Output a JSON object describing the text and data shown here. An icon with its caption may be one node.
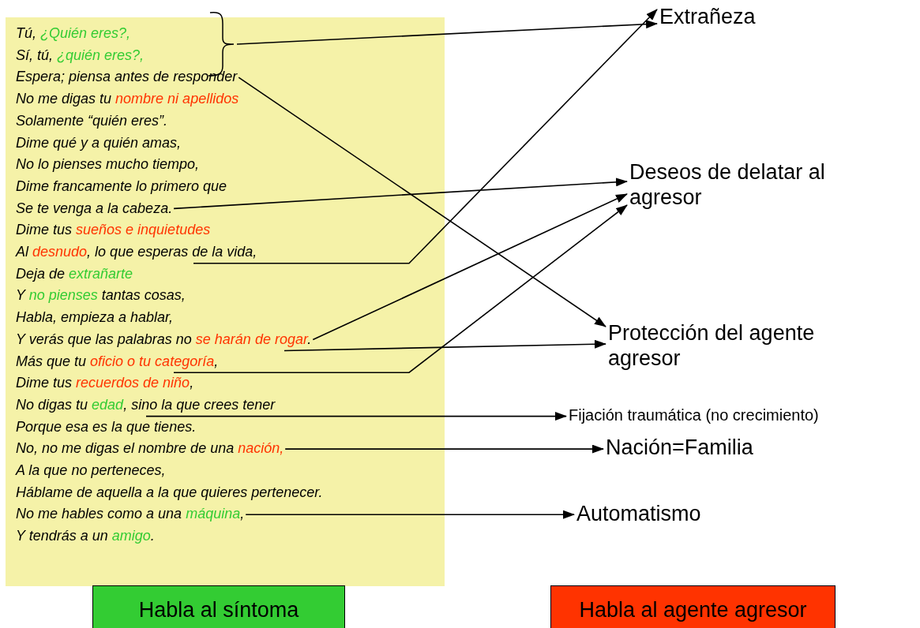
{
  "diagram": {
    "nodes": [
      {
        "text": [],
        "shape": "box"
      },
      {
        "text": [
          "Tú,",
          "¿Quién eres?,"
        ],
        "in": 0
      },
      {
        "text": [
          "Sí, tú,",
          "¿quién eres?,"
        ],
        "in": 0
      },
      {
        "text": [
          "Espera; piensa antes de responder"
        ],
        "in": 0
      },
      {
        "text": [
          "No me digas tu",
          "nombre ni apellidos"
        ],
        "in": 0
      },
      {
        "text": [
          "Solamente “quién eres”."
        ],
        "in": 0
      },
      {
        "text": [
          "Dime qué y a quién amas,"
        ],
        "in": 0
      },
      {
        "text": [
          "No lo pienses mucho tiempo,"
        ],
        "in": 0
      },
      {
        "text": [
          "Dime francamente lo primero que"
        ],
        "in": 0
      },
      {
        "text": [
          "Se te venga a la cabeza."
        ],
        "in": 0
      },
      {
        "text": [
          "Dime tus",
          "sueños e inquietudes"
        ],
        "in": 0
      },
      {
        "text": [
          "Al",
          "desnudo",
          ", lo que esperas de la vida,"
        ],
        "in": 0
      },
      {
        "text": [
          "Deja de",
          "extrañarte"
        ],
        "in": 0
      },
      {
        "text": [
          "Y",
          "no pienses",
          "tantas cosas,"
        ],
        "in": 0
      },
      {
        "text": [
          "Habla, empieza a hablar,"
        ],
        "in": 0
      },
      {
        "text": [
          "Y verás que las palabras no",
          "se harán de rogar",
          "."
        ],
        "in": 0
      },
      {
        "text": [
          "Más que tu",
          "oficio o tu categoría",
          ","
        ],
        "in": 0
      },
      {
        "text": [
          "Dime tus",
          "recuerdos de niño",
          ","
        ],
        "in": 0
      },
      {
        "text": [
          "No digas tu",
          "edad",
          ", sino la que crees tener"
        ],
        "in": 0
      },
      {
        "text": [
          "Porque esa es la que tienes."
        ],
        "in": 0
      },
      {
        "text": [
          "No, no me digas el nombre de una",
          "nación,"
        ],
        "in": 0
      },
      {
        "text": [
          "A la que no perteneces,"
        ],
        "in": 0
      },
      {
        "text": [
          "Háblame de aquella a la que quieres pertenecer."
        ],
        "in": 0
      },
      {
        "text": [
          "No me hables como a una",
          "máquina",
          ","
        ],
        "in": 0
      },
      {
        "text": [
          "Y tendrás a un",
          "amigo",
          "."
        ],
        "in": 0
      },
      {
        "text": [],
        "shape": "brace"
      },
      {
        "text": [
          "Extrañeza"
        ]
      },
      {
        "text": [
          "Deseos de delatar al agresor"
        ]
      },
      {
        "text": [
          "Protección del agente agresor"
        ]
      },
      {
        "text": [
          "Fijación traumática (no crecimiento)"
        ]
      },
      {
        "text": [
          "Nación=Familia"
        ]
      },
      {
        "text": [
          "Automatismo"
        ]
      },
      {
        "text": [
          "Habla al síntoma"
        ]
      },
      {
        "text": [
          "Habla al agente agresor"
        ]
      }
    ],
    "edges": [
      {
        "from": 25,
        "to": 26,
        "arrow": "to"
      },
      {
        "from": 3,
        "to": 28,
        "arrow": "to"
      },
      {
        "from": 9,
        "to": 27,
        "arrow": "to"
      },
      {
        "from": 11,
        "to": 26,
        "arrow": "to"
      },
      {
        "from": 15,
        "to": 27,
        "arrow": "to"
      },
      {
        "from": 15,
        "to": 28,
        "arrow": "to"
      },
      {
        "from": 16,
        "to": 27,
        "arrow": "to"
      },
      {
        "from": 18,
        "to": 29,
        "arrow": "to"
      },
      {
        "from": 20,
        "to": 30,
        "arrow": "to"
      },
      {
        "from": 23,
        "to": 31,
        "arrow": "to"
      }
    ]
  }
}
